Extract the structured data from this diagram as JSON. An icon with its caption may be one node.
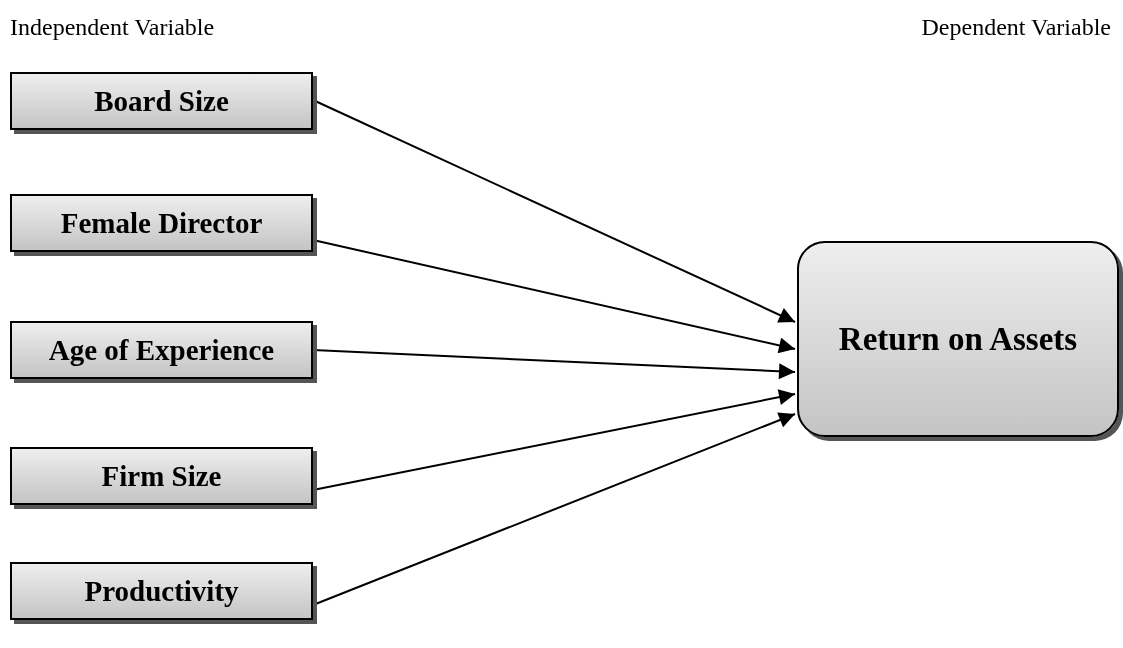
{
  "diagram": {
    "nodes": [
      {
        "text": [
          "Board Size"
        ]
      },
      {
        "text": [
          "Female Director"
        ]
      },
      {
        "text": [
          "Age of Experience"
        ]
      },
      {
        "text": [
          "Firm Size"
        ]
      },
      {
        "text": [
          "Productivity"
        ]
      },
      {
        "text": [
          "Return on Assets"
        ]
      }
    ],
    "edges": [
      {
        "from": 0,
        "to": 5,
        "arrow": "to"
      },
      {
        "from": 1,
        "to": 5,
        "arrow": "to"
      },
      {
        "from": 2,
        "to": 5,
        "arrow": "to"
      },
      {
        "from": 3,
        "to": 5,
        "arrow": "to"
      },
      {
        "from": 4,
        "to": 5,
        "arrow": "to"
      }
    ],
    "labels": [
      "Independent Variable",
      "Dependent Variable"
    ]
  }
}
